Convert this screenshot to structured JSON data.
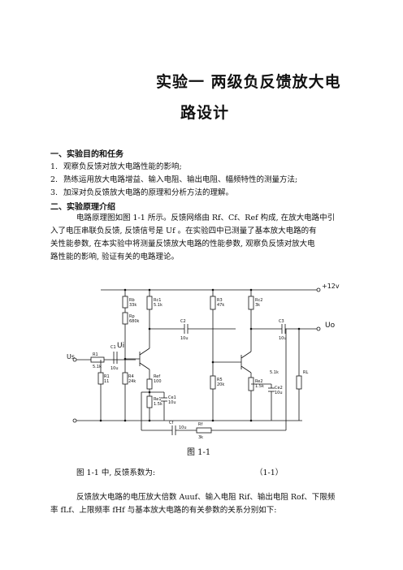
{
  "title": {
    "line1": "实验一   两级负反馈放大电",
    "line2": "路设计"
  },
  "section1": {
    "heading": "一、实验目的和任务",
    "items": [
      {
        "num": "1.",
        "text": "观察负反馈对放大电路性能的影响;"
      },
      {
        "num": "2.",
        "text": "熟练运用放大电路增益、输入电阻、输出电阻、幅频特性的测量方法;"
      },
      {
        "num": "3.",
        "text": "加深对负反馈放大电路的原理和分析方法的理解。"
      }
    ]
  },
  "section2": {
    "heading": "二、实验原理介绍",
    "para_lines": [
      "电路原理图如图 1-1 所示。反馈网络由 Rf、Cf、Ref 构成, 在放大电路中引",
      "入了电压串联负反馈, 反馈信号是 Uf 。在实验四中已测量了基本放大电路的有",
      "关性能参数, 在本实验中将测量反馈放大电路的性能参数, 观察负反馈对放大电",
      "路性能的影响, 验证有关的电路理论。"
    ]
  },
  "figure": {
    "caption": "图   1-1",
    "labels": {
      "vcc": "+12v",
      "us": "Us",
      "ui": "Ui",
      "uo": "Uo",
      "r1": "R1",
      "r1v": "5.1k",
      "rb": "Rb",
      "rbv": "33k",
      "rp": "Rp",
      "rpv": "680k",
      "c1": "C1",
      "c1v": "10u",
      "rb2": "R1",
      "rb2v": "11",
      "rc1": "Rc1",
      "rc1v": "5.1k",
      "r4": "R4",
      "r4v": "24k",
      "ref": "Ref",
      "refv": "100",
      "re1": "Re1",
      "re1v": "1.5k",
      "ce1": "Ce1",
      "ce1v": "10u",
      "c2": "C2",
      "c2v": "10u",
      "r3": "R3",
      "r3v": "47k",
      "r5": "R5",
      "r5v": "20k",
      "rc2": "Rc2",
      "rc2v": "3k",
      "re2": "Re2",
      "re2v": "1.5k",
      "ce2": "Ce2",
      "ce2v": "10u",
      "c3": "C3",
      "c3v": "10u",
      "r6v": "5.1k",
      "rl": "RL",
      "cf": "Cf",
      "cfv": "10u",
      "rf": "Rf",
      "rfv": "3k"
    }
  },
  "after": {
    "line1_left": "图 1-1 中, 反馈系数为:",
    "line1_right": "（1-1）",
    "line2": "反馈放大电路的电压放大倍数 Auuf、输入电阻 Rif、输出电阻 Rof、下限频",
    "line3": "率 fLf、上限频率 fHf 与基本放大电路的有关参数的关系分别如下:"
  }
}
